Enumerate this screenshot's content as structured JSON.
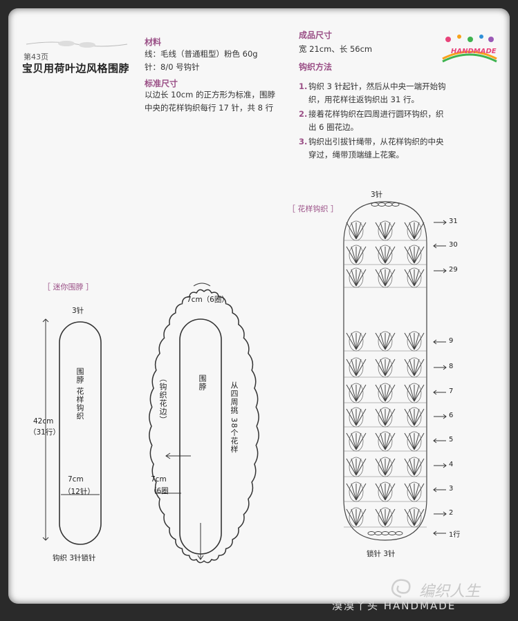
{
  "page": {
    "number": "第43页",
    "title": "宝贝用荷叶边风格围脖"
  },
  "materials": {
    "heading": "材料",
    "yarn": "线：毛线（普通粗型）粉色 60g",
    "hook": "针：8/0 号钩针"
  },
  "gauge": {
    "heading": "标准尺寸",
    "text": "以边长 10cm 的正方形为标准，围脖中央的花样钩织每行 17 针，共 8 行"
  },
  "size": {
    "heading": "成品尺寸",
    "text": "宽 21cm、长 56cm"
  },
  "method": {
    "heading": "钩织方法",
    "steps": [
      {
        "n": "1.",
        "text": "钩织 3 针起针，然后从中央一端开始钩织，用花样往返钩织出 31 行。"
      },
      {
        "n": "2.",
        "text": "接着花样钩织在四周进行圆环钩织，织出 6 圈花边。"
      },
      {
        "n": "3.",
        "text": "钩织出引拔针绳带，从花样钩织的中央穿过，绳带顶端缝上花案。"
      }
    ]
  },
  "logo": {
    "text": "HANDMADE",
    "colors": [
      "#e8447a",
      "#f7a21b",
      "#3fb34f",
      "#2f8fd8",
      "#9b59b6"
    ]
  },
  "diagram_mini": {
    "label": "［ 迷你围脖 ］",
    "top": "3针",
    "center": "围脖 花样钩织",
    "length_top": "42cm",
    "length_bot": "（31行）",
    "width_top": "7cm",
    "width_bot": "（12针）",
    "bottom": "钩织 3针锁针"
  },
  "diagram_scarf": {
    "top": "7cm（6圈）",
    "left": "（钩织花边）",
    "center": "围脖",
    "right": "从四周挑 38个花样",
    "left_w1": "7cm",
    "left_w2": "（6圈"
  },
  "diagram_chart": {
    "label": "［ 花样钩织 ］",
    "top": "3针",
    "bottom": "锁针 3针",
    "rows": [
      "31",
      "30",
      "29",
      "9",
      "8",
      "7",
      "6",
      "5",
      "4",
      "3",
      "2",
      "1行"
    ]
  },
  "watermark": {
    "text": "编织人生"
  },
  "footer": {
    "text": "漠漠丫头 HANDMADE"
  },
  "colors": {
    "accent": "#9a4f86",
    "frame": "#2a2a2a",
    "paper": "#f7f7f7",
    "line": "#333333"
  }
}
